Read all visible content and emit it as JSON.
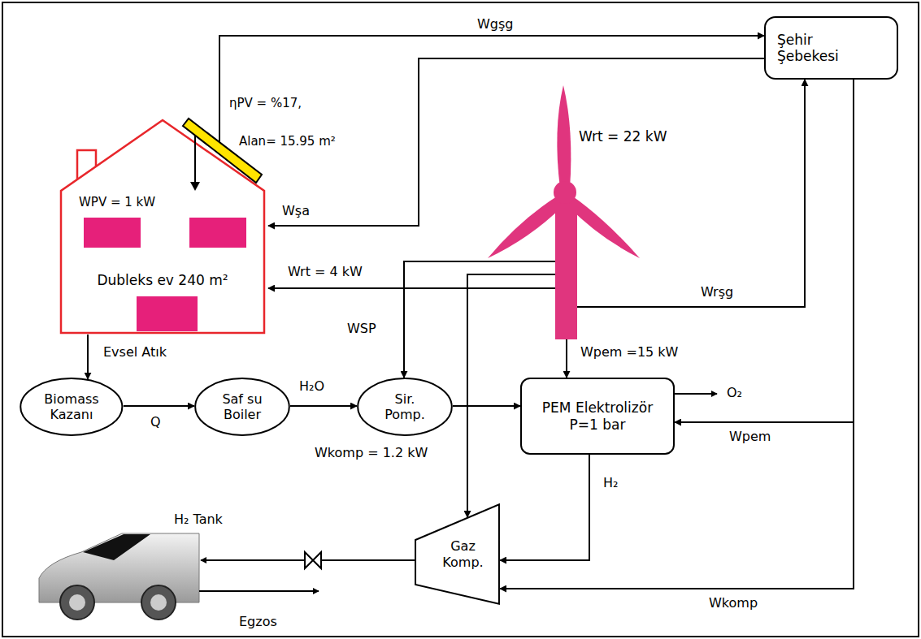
{
  "diagram": {
    "nodes": [
      {
        "text": [
          "Şehir Şebekesi"
        ]
      },
      {
        "text": [
          "Dubleks ev 240 m²"
        ]
      },
      {
        "text": [
          "Wrt = 22 kW"
        ]
      },
      {
        "text": [
          "Biomass Kazanı"
        ]
      },
      {
        "text": [
          "Saf su Boiler"
        ]
      },
      {
        "text": [
          "Sir. Pomp."
        ]
      },
      {
        "text": [
          "PEM Elektrolizör P=1 bar"
        ]
      },
      {
        "text": [
          "Gaz Komp."
        ]
      }
    ],
    "edges": [
      {
        "from": 1,
        "to": 0,
        "arrow": "to",
        "label": "Wgşg"
      },
      {
        "from": 0,
        "to": 1,
        "arrow": "to",
        "label": "Wşa"
      },
      {
        "from": 2,
        "to": 1,
        "arrow": "to",
        "label": "Wrt = 4 kW"
      },
      {
        "from": 2,
        "to": 0,
        "arrow": "to",
        "label": "Wrşg"
      },
      {
        "from": 2,
        "to": 5,
        "arrow": "to",
        "label": "WSP"
      },
      {
        "from": 2,
        "to": 6,
        "arrow": "to",
        "label": "Wpem =15 kW"
      },
      {
        "from": 2,
        "to": 7,
        "arrow": "to",
        "label": "Wkomp = 1.2 kW"
      },
      {
        "from": 1,
        "to": 3,
        "arrow": "to",
        "label": "Evsel Atık"
      },
      {
        "from": 3,
        "to": 4,
        "arrow": "to",
        "label": "Q"
      },
      {
        "from": 4,
        "to": 5,
        "arrow": "to",
        "label": "H₂O"
      },
      {
        "from": 5,
        "to": 6,
        "arrow": "to"
      },
      {
        "from": 6,
        "to": 7,
        "arrow": "to",
        "label": "H₂"
      },
      {
        "from": 0,
        "to": 6,
        "arrow": "to",
        "label": "Wpem"
      },
      {
        "from": 0,
        "to": 7,
        "arrow": "to",
        "label": "Wkomp"
      }
    ],
    "labels": [
      "ηPV = %17,",
      "Alan= 15.95 m²",
      "WPV = 1 kW",
      "O₂",
      "H₂ Tank",
      "Egzos"
    ]
  }
}
